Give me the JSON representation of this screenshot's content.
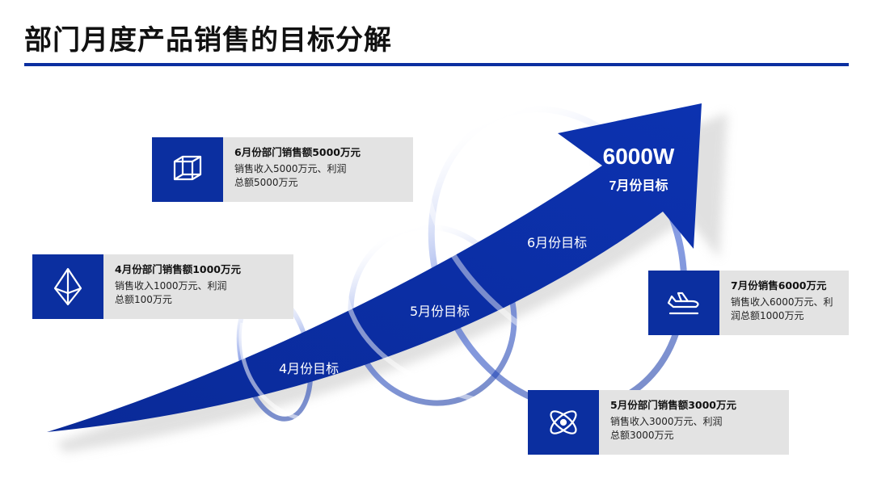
{
  "title": "部门月度产品销售的目标分解",
  "colors": {
    "accent": "#0b2fa0",
    "card_bg": "#e3e3e3"
  },
  "arrow": {
    "big_value": "6000W",
    "big_caption": "7月份目标",
    "labels": [
      "4月份目标",
      "5月份目标",
      "6月份目标"
    ]
  },
  "cards": [
    {
      "icon": "cube-icon",
      "head": "6月份部门销售额5000万元",
      "body": "销售收入5000万元、利润总额5000万元"
    },
    {
      "icon": "diamond-icon",
      "head": "4月份部门销售额1000万元",
      "body": "销售收入1000万元、利润总额100万元"
    },
    {
      "icon": "airplane-icon",
      "head": "7月份销售6000万元",
      "body": "销售收入6000万元、利润总额1000万元"
    },
    {
      "icon": "atom-icon",
      "head": "5月份部门销售额3000万元",
      "body": "销售收入3000万元、利润总额3000万元"
    }
  ]
}
